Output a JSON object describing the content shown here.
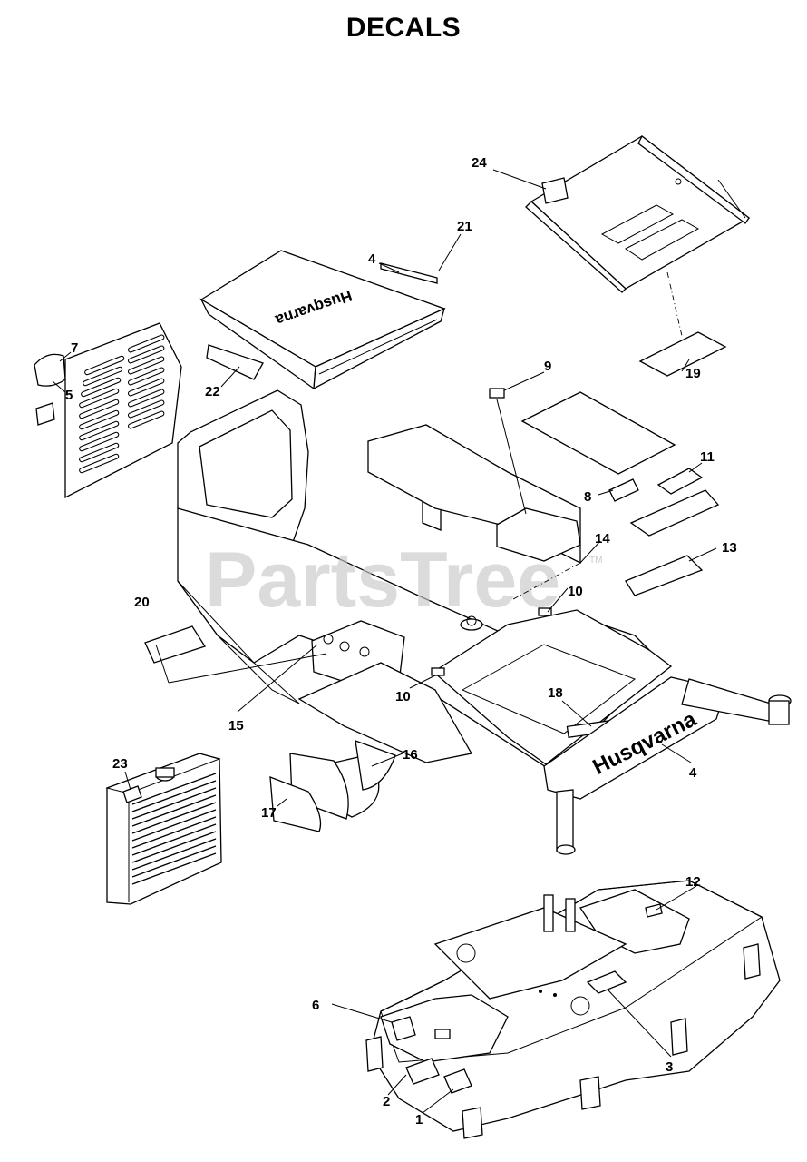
{
  "title": "DECALS",
  "watermark": "PartsTree",
  "watermark_tm": "TM",
  "brand_text": "Husqvarna",
  "callouts": {
    "c1": "1",
    "c2": "2",
    "c3": "3",
    "c4a": "4",
    "c4b": "4",
    "c5": "5",
    "c6": "6",
    "c7": "7",
    "c8": "8",
    "c9": "9",
    "c10a": "10",
    "c10b": "10",
    "c11": "11",
    "c12": "12",
    "c13": "13",
    "c14": "14",
    "c15": "15",
    "c16": "16",
    "c17": "17",
    "c18": "18",
    "c19": "19",
    "c20": "20",
    "c21": "21",
    "c22": "22",
    "c23": "23",
    "c24": "24"
  },
  "colors": {
    "line": "#000000",
    "watermark": "#c8c8c8",
    "background": "#ffffff"
  }
}
